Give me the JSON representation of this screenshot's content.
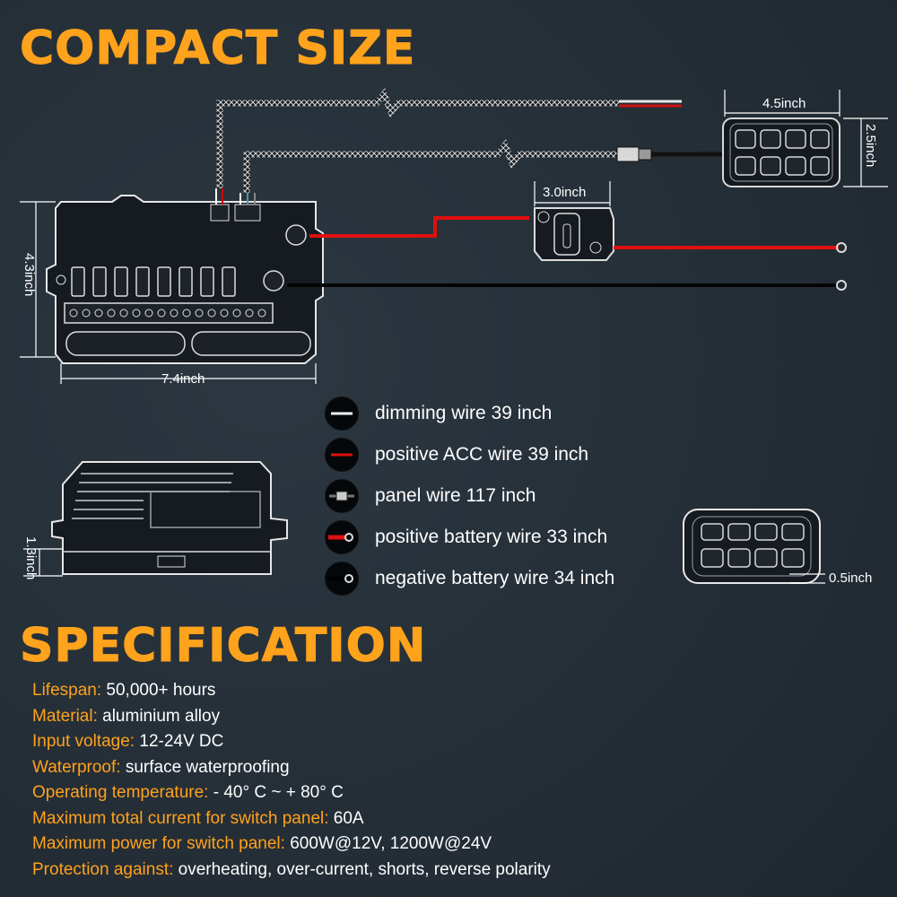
{
  "headings": {
    "compact": "COMPACT SIZE",
    "spec": "SPECIFICATION"
  },
  "dimensions": {
    "panel_width": "4.5inch",
    "panel_height": "2.5inch",
    "relay_width": "3.0inch",
    "box_height": "4.3inch",
    "box_width": "7.4inch",
    "box_depth": "1.3inch",
    "panel_depth": "0.5inch"
  },
  "legend": [
    {
      "icon": "white-wire-icon",
      "label": "dimming wire 39 inch"
    },
    {
      "icon": "red-wire-icon",
      "label": "positive ACC wire 39 inch"
    },
    {
      "icon": "connector-wire-icon",
      "label": "panel wire 117 inch"
    },
    {
      "icon": "red-ring-terminal-icon",
      "label": "positive battery wire 33 inch"
    },
    {
      "icon": "black-ring-terminal-icon",
      "label": "negative battery wire 34 inch"
    }
  ],
  "specs": [
    {
      "key": "Lifespan:",
      "value": " 50,000+ hours"
    },
    {
      "key": "Material:",
      "value": " aluminium alloy"
    },
    {
      "key": "Input voltage:",
      "value": " 12-24V DC"
    },
    {
      "key": "Waterproof:",
      "value": " surface waterproofing"
    },
    {
      "key": "Operating temperature:",
      "value": " - 40° C ~ + 80° C"
    },
    {
      "key": "Maximum total current for switch panel:",
      "value": " 60A"
    },
    {
      "key": "Maximum power for switch panel:",
      "value": " 600W@12V, 1200W@24V"
    },
    {
      "key": "Protection against:",
      "value": " overheating, over-current, shorts, reverse polarity"
    }
  ],
  "colors": {
    "accent": "#ffa21c",
    "background": "#263039",
    "wire_red": "#e01010",
    "wire_black": "#050505"
  }
}
